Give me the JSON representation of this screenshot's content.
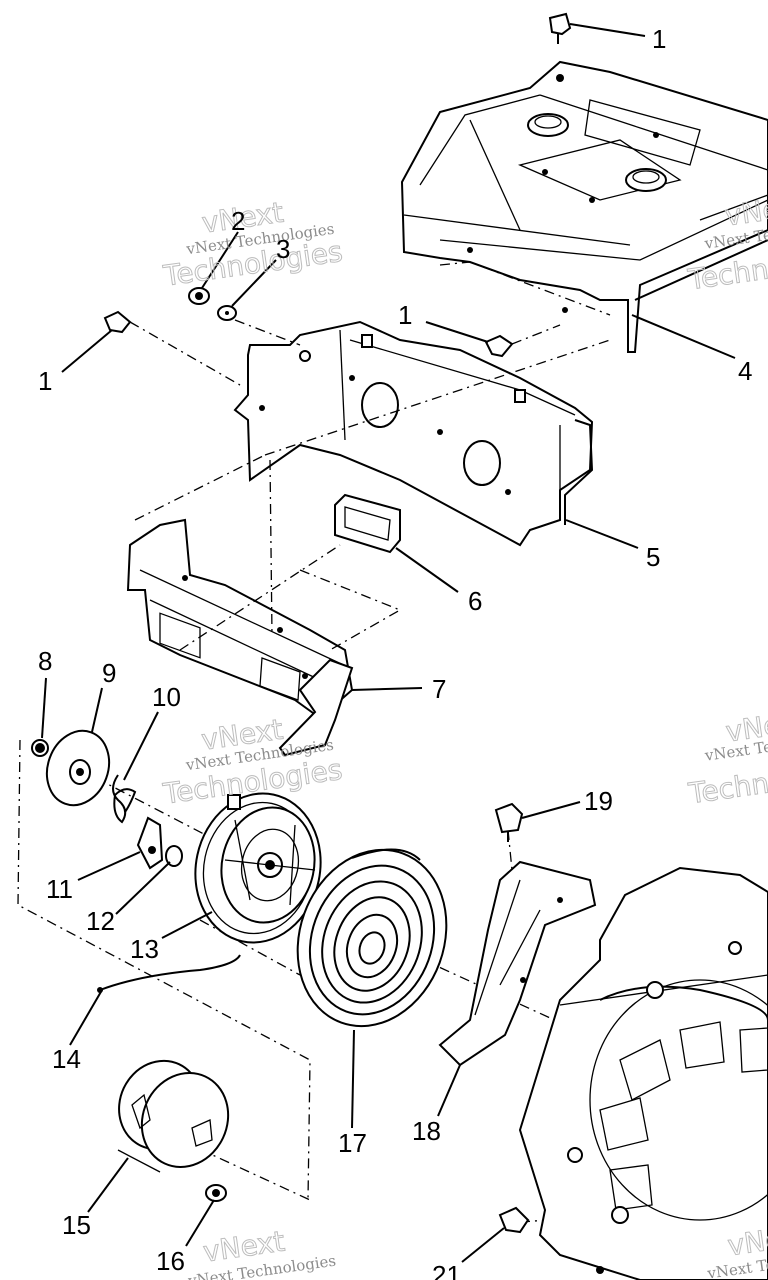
{
  "watermark": {
    "small": "vNext Technologies",
    "big_top": "vNext",
    "big_bottom": "Technologies"
  },
  "callouts": [
    "1",
    "2",
    "3",
    "1",
    "1",
    "4",
    "5",
    "6",
    "7",
    "8",
    "9",
    "10",
    "11",
    "12",
    "13",
    "14",
    "15",
    "16",
    "17",
    "18",
    "19",
    "21"
  ]
}
